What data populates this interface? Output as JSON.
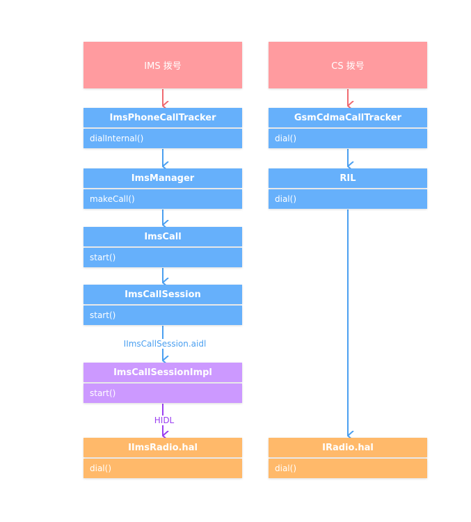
{
  "ims": {
    "start_label": "IMS 拨号",
    "nodes": [
      {
        "header": "ImsPhoneCallTracker",
        "method": "dialInternal()"
      },
      {
        "header": "ImsManager",
        "method": "makeCall()"
      },
      {
        "header": "ImsCall",
        "method": "start()"
      },
      {
        "header": "ImsCallSession",
        "method": "start()"
      },
      {
        "header": "ImsCallSessionImpl",
        "method": "start()"
      },
      {
        "header": "IImsRadio.hal",
        "method": "dial()"
      }
    ],
    "edge_labels": {
      "aidl": "IImsCallSession.aidl",
      "hidl": "HIDL"
    }
  },
  "cs": {
    "start_label": "CS 拨号",
    "nodes": [
      {
        "header": "GsmCdmaCallTracker",
        "method": "dial()"
      },
      {
        "header": "RIL",
        "method": "dial()"
      },
      {
        "header": "IRadio.hal",
        "method": "dial()"
      }
    ]
  },
  "colors": {
    "start": "#ff9b9f",
    "java_layer": "#66b0fb",
    "vendor_layer": "#cc99ff",
    "hal_layer": "#ffb96a",
    "arrow_red": "#f06a70",
    "arrow_blue": "#4a9ff0",
    "arrow_purple": "#9a3ef0"
  }
}
